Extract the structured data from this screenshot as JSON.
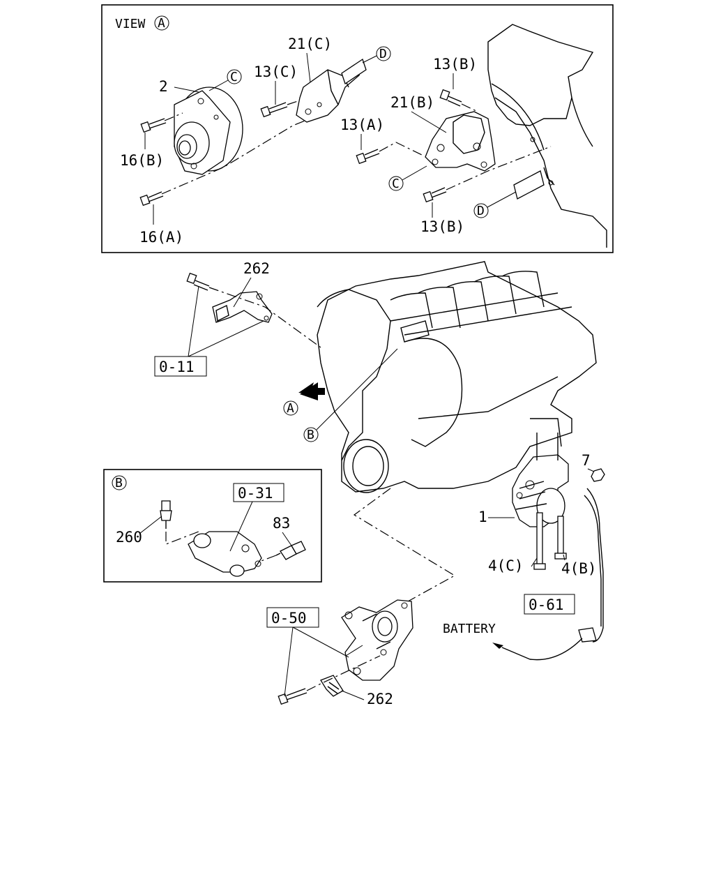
{
  "panels": {
    "view_a": {
      "title": "VIEW",
      "title_marker": "A"
    },
    "detail_b": {
      "marker": "B"
    }
  },
  "callouts": {
    "view_a": {
      "p2": "2",
      "p16b": "16(B)",
      "p16a": "16(A)",
      "p13c": "13(C)",
      "p21c": "21(C)",
      "p13b_top": "13(B)",
      "p21b": "21(B)",
      "p13a": "13(A)",
      "p13b_bottom": "13(B)"
    },
    "main": {
      "p262_top": "262",
      "p262_bottom": "262",
      "p1": "1",
      "p7": "7",
      "p4c": "4(C)",
      "p4b": "4(B)",
      "battery": "BATTERY"
    },
    "detail_b": {
      "p260": "260",
      "p83": "83"
    }
  },
  "circle_refs": {
    "c": "C",
    "d": "D",
    "a": "A",
    "b": "B"
  },
  "section_refs": {
    "r011": "0-11",
    "r031": "0-31",
    "r050": "0-50",
    "r061": "0-61"
  }
}
